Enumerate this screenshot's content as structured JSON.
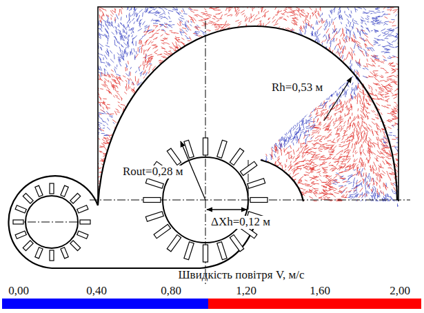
{
  "diagram": {
    "labels": [
      "Rout=0,28 м",
      "Rh=0,53 м",
      "ΔXh=0,12 м",
      "Швидкість повітря V, м/с",
      "0,00",
      "0,40",
      "0,80",
      "1,20",
      "1,60",
      "2,00"
    ]
  }
}
